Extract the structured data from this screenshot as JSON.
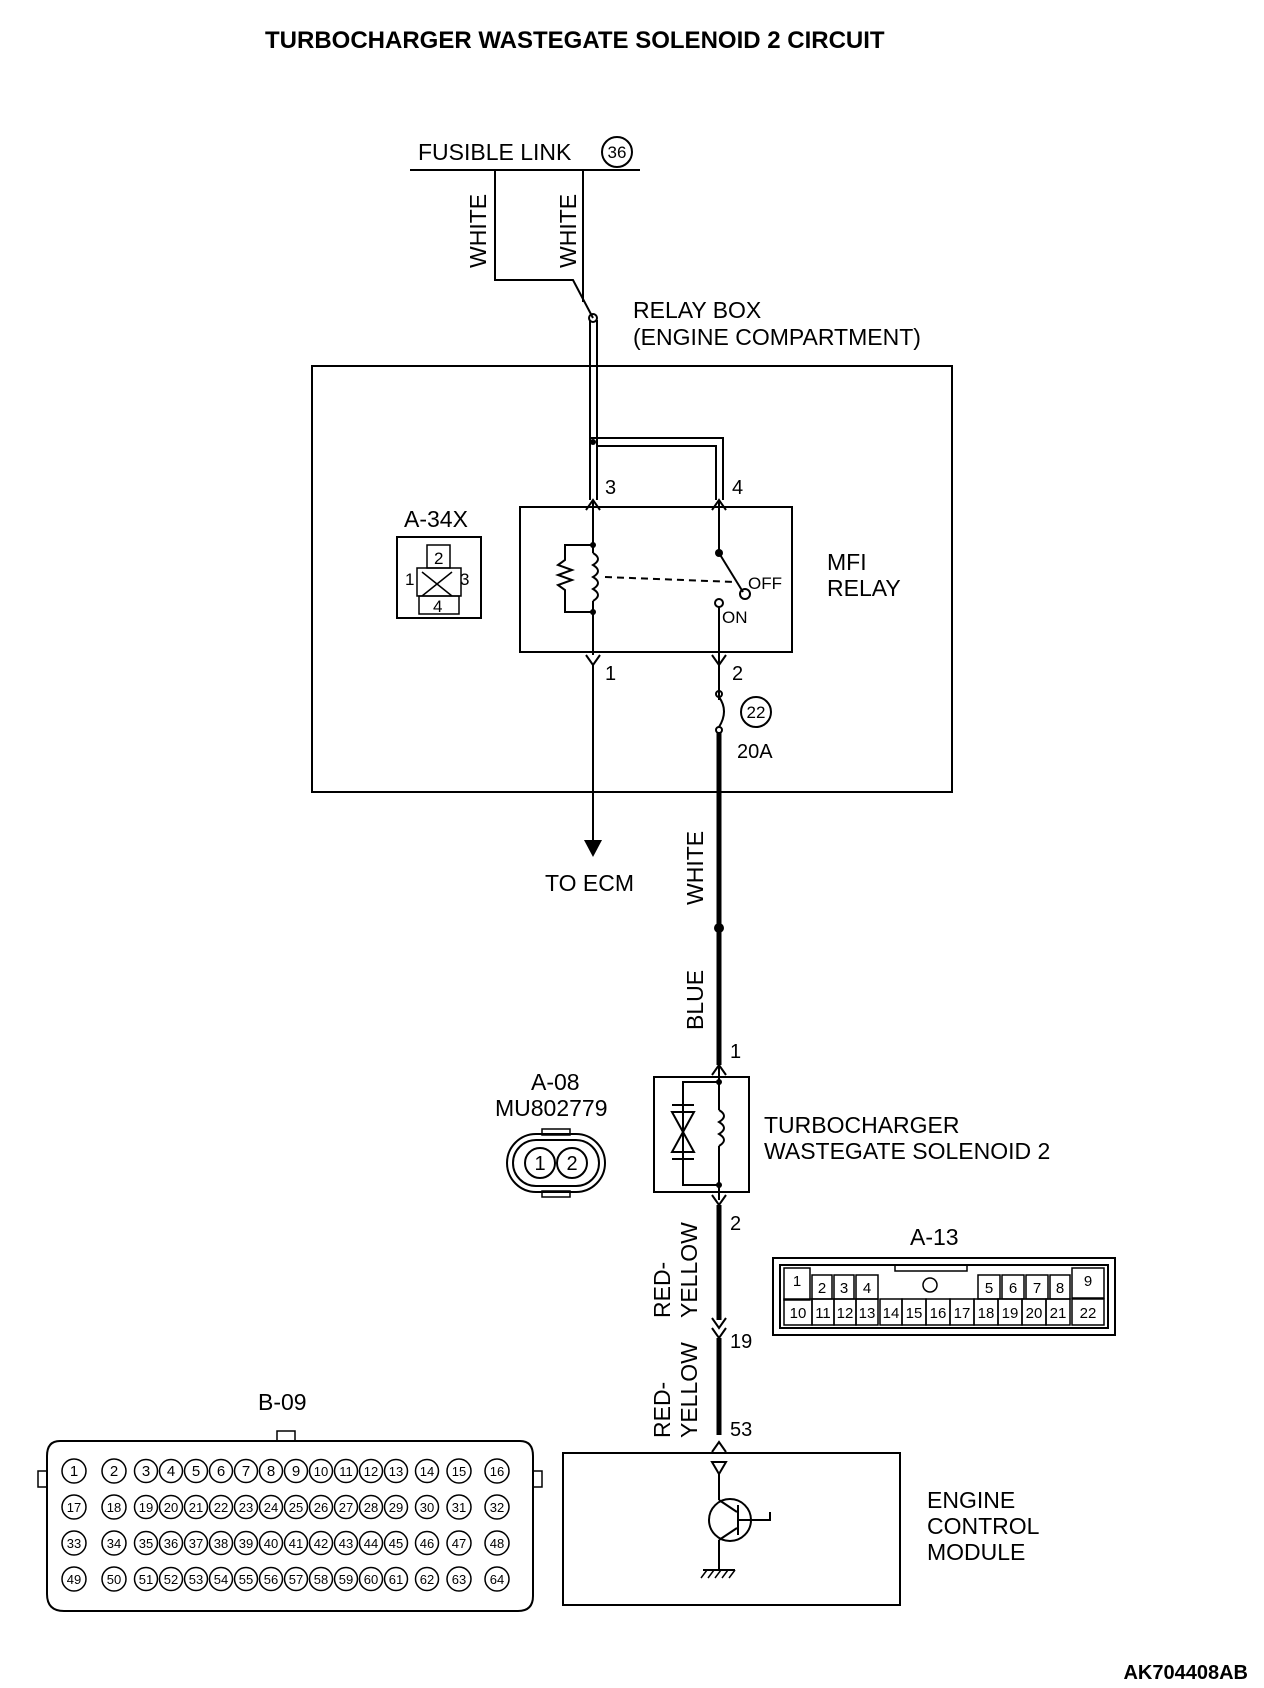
{
  "title": "TURBOCHARGER WASTEGATE SOLENOID 2 CIRCUIT",
  "fusible_link": {
    "label": "FUSIBLE LINK",
    "number": "36"
  },
  "wires": {
    "white_left": "WHITE",
    "white_right": "WHITE",
    "white_lower": "WHITE",
    "blue": "BLUE",
    "red_yellow_1": "RED-\nYELLOW",
    "red_yellow_2": "RED-\nYELLOW"
  },
  "relay_box": {
    "line1": "RELAY BOX",
    "line2": "(ENGINE COMPARTMENT)"
  },
  "mfi_relay": {
    "line1": "MFI",
    "line2": "RELAY",
    "off": "OFF",
    "on": "ON",
    "pins": [
      "3",
      "4",
      "1",
      "2"
    ]
  },
  "connector_a34x": {
    "label": "A-34X",
    "pins": [
      "1",
      "2",
      "3",
      "4"
    ]
  },
  "fuse": {
    "number": "22",
    "rating": "20A"
  },
  "to_ecm": "TO ECM",
  "connector_a08": {
    "label": "A-08",
    "part": "MU802779",
    "pins": [
      "1",
      "2"
    ]
  },
  "solenoid": {
    "line1": "TURBOCHARGER",
    "line2": "WASTEGATE SOLENOID 2",
    "pin_top": "1",
    "pin_bottom": "2"
  },
  "connector_a13": {
    "label": "A-13",
    "row1": [
      "1",
      "2",
      "3",
      "4",
      "5",
      "6",
      "7",
      "8",
      "9"
    ],
    "row2": [
      "10",
      "11",
      "12",
      "13",
      "14",
      "15",
      "16",
      "17",
      "18",
      "19",
      "20",
      "21",
      "22"
    ]
  },
  "pin_19": "19",
  "pin_53": "53",
  "connector_b09": {
    "label": "B-09",
    "rows": [
      [
        "1",
        "2",
        "3",
        "4",
        "5",
        "6",
        "7",
        "8",
        "9",
        "10",
        "11",
        "12",
        "13",
        "14",
        "15",
        "16"
      ],
      [
        "17",
        "18",
        "19",
        "20",
        "21",
        "22",
        "23",
        "24",
        "25",
        "26",
        "27",
        "28",
        "29",
        "30",
        "31",
        "32"
      ],
      [
        "33",
        "34",
        "35",
        "36",
        "37",
        "38",
        "39",
        "40",
        "41",
        "42",
        "43",
        "44",
        "45",
        "46",
        "47",
        "48"
      ],
      [
        "49",
        "50",
        "51",
        "52",
        "53",
        "54",
        "55",
        "56",
        "57",
        "58",
        "59",
        "60",
        "61",
        "62",
        "63",
        "64"
      ]
    ]
  },
  "ecm": {
    "line1": "ENGINE",
    "line2": "CONTROL",
    "line3": "MODULE"
  },
  "figure_code": "AK704408AB"
}
